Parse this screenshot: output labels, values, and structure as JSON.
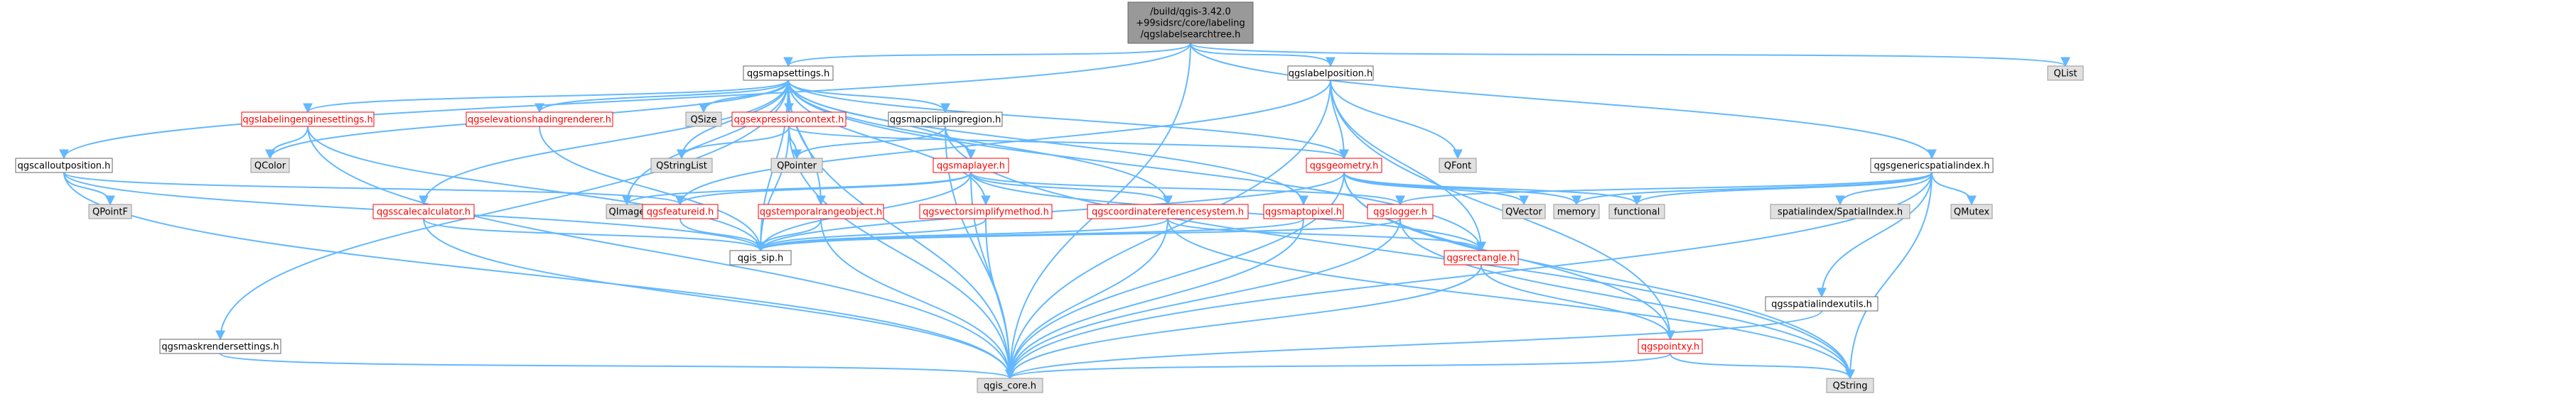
{
  "colors": {
    "edge": "#63b8ff",
    "root_fill": "#999999",
    "root_stroke": "#666666",
    "local_fill": "#ffffff",
    "local_stroke": "#666666",
    "local_text": "#000000",
    "linked_fill": "#ffffff",
    "linked_stroke": "#ff0000",
    "linked_text": "#ff0000",
    "external_fill": "#e0e0e0",
    "external_stroke": "#999999",
    "external_text": "#000000"
  },
  "nodes": {
    "root": {
      "label_lines": [
        "/build/qgis-3.42.0",
        "+99sidsrc/core/labeling",
        "/qgslabelsearchtree.h"
      ],
      "kind": "root"
    },
    "qgsmapsettings": {
      "label": "qgsmapsettings.h",
      "kind": "local"
    },
    "qgslabelposition": {
      "label": "qgslabelposition.h",
      "kind": "local"
    },
    "qgscalloutposition": {
      "label": "qgscalloutposition.h",
      "kind": "local"
    },
    "qgsgenericspatialindex": {
      "label": "qgsgenericspatialindex.h",
      "kind": "local"
    },
    "qlist": {
      "label": "QList",
      "kind": "external"
    },
    "qgslabelingenginesettings": {
      "label": "qgslabelingenginesettings.h",
      "kind": "linked"
    },
    "qgselevationshadingrenderer": {
      "label": "qgselevationshadingrenderer.h",
      "kind": "linked"
    },
    "qsize": {
      "label": "QSize",
      "kind": "external"
    },
    "qgsexpressioncontext": {
      "label": "qgsexpressioncontext.h",
      "kind": "linked"
    },
    "qgsmapclippingregion": {
      "label": "qgsmapclippingregion.h",
      "kind": "local"
    },
    "qcolor": {
      "label": "QColor",
      "kind": "external"
    },
    "qstringlist": {
      "label": "QStringList",
      "kind": "external"
    },
    "qpointer": {
      "label": "QPointer",
      "kind": "external"
    },
    "qgsmaplayer": {
      "label": "qgsmaplayer.h",
      "kind": "linked"
    },
    "qfont": {
      "label": "QFont",
      "kind": "external"
    },
    "qgsgeometry": {
      "label": "qgsgeometry.h",
      "kind": "linked"
    },
    "qgsscalecalculator": {
      "label": "qgsscalecalculator.h",
      "kind": "linked"
    },
    "qimage": {
      "label": "QImage",
      "kind": "external"
    },
    "qgsfeatureid": {
      "label": "qgsfeatureid.h",
      "kind": "linked"
    },
    "qgstemporalrangeobject": {
      "label": "qgstemporalrangeobject.h",
      "kind": "linked"
    },
    "qgsvectorsimplifymethod": {
      "label": "qgsvectorsimplifymethod.h",
      "kind": "linked"
    },
    "qgscoordinatereferencesystem": {
      "label": "qgscoordinatereferencesystem.h",
      "kind": "linked"
    },
    "qgsmaptopixel": {
      "label": "qgsmaptopixel.h",
      "kind": "linked"
    },
    "qgslogger": {
      "label": "qgslogger.h",
      "kind": "linked"
    },
    "qvector": {
      "label": "QVector",
      "kind": "external"
    },
    "memory": {
      "label": "memory",
      "kind": "external"
    },
    "functional": {
      "label": "functional",
      "kind": "external"
    },
    "spatialindex": {
      "label": "spatialindex/SpatialIndex.h",
      "kind": "external"
    },
    "qmutex": {
      "label": "QMutex",
      "kind": "external"
    },
    "qpointf": {
      "label": "QPointF",
      "kind": "external"
    },
    "qgis_sip": {
      "label": "qgis_sip.h",
      "kind": "local"
    },
    "qgsrectangle": {
      "label": "qgsrectangle.h",
      "kind": "linked"
    },
    "qgsspatialindexutils": {
      "label": "qgsspatialindexutils.h",
      "kind": "local"
    },
    "qgsmaskrendersettings": {
      "label": "qgsmaskrendersettings.h",
      "kind": "local"
    },
    "qgspointxy": {
      "label": "qgspointxy.h",
      "kind": "linked"
    },
    "qgis_core": {
      "label": "qgis_core.h",
      "kind": "external"
    },
    "qstring": {
      "label": "QString",
      "kind": "external"
    }
  },
  "edges": [
    [
      "root",
      "qgsmapsettings"
    ],
    [
      "root",
      "qgslabelposition"
    ],
    [
      "root",
      "qgscalloutposition"
    ],
    [
      "root",
      "qgsgenericspatialindex"
    ],
    [
      "root",
      "qlist"
    ],
    [
      "root",
      "qgis_core"
    ],
    [
      "qgsmapsettings",
      "qgslabelingenginesettings"
    ],
    [
      "qgsmapsettings",
      "qgselevationshadingrenderer"
    ],
    [
      "qgsmapsettings",
      "qsize"
    ],
    [
      "qgsmapsettings",
      "qgsexpressioncontext"
    ],
    [
      "qgsmapsettings",
      "qgsmapclippingregion"
    ],
    [
      "qgsmapsettings",
      "qcolor"
    ],
    [
      "qgsmapsettings",
      "qstringlist"
    ],
    [
      "qgsmapsettings",
      "qgsmaplayer"
    ],
    [
      "qgsmapsettings",
      "qgsgeometry"
    ],
    [
      "qgsmapsettings",
      "qgsscalecalculator"
    ],
    [
      "qgsmapsettings",
      "qimage"
    ],
    [
      "qgsmapsettings",
      "qgstemporalrangeobject"
    ],
    [
      "qgsmapsettings",
      "qgsvectorsimplifymethod"
    ],
    [
      "qgsmapsettings",
      "qgscoordinatereferencesystem"
    ],
    [
      "qgsmapsettings",
      "qgsmaptopixel"
    ],
    [
      "qgsmapsettings",
      "qgsrectangle"
    ],
    [
      "qgsmapsettings",
      "qgsmaskrendersettings"
    ],
    [
      "qgsmapsettings",
      "qgis_sip"
    ],
    [
      "qgsmapsettings",
      "qgis_core"
    ],
    [
      "qgslabelposition",
      "qgsgeometry"
    ],
    [
      "qgslabelposition",
      "qfont"
    ],
    [
      "qgslabelposition",
      "qgsfeatureid"
    ],
    [
      "qgslabelposition",
      "qgsrectangle"
    ],
    [
      "qgslabelposition",
      "qgspointxy"
    ],
    [
      "qgslabelposition",
      "qgis_core"
    ],
    [
      "qgscalloutposition",
      "qpointf"
    ],
    [
      "qgscalloutposition",
      "qgsfeatureid"
    ],
    [
      "qgscalloutposition",
      "qgis_sip"
    ],
    [
      "qgscalloutposition",
      "qgis_core"
    ],
    [
      "qgsgenericspatialindex",
      "spatialindex"
    ],
    [
      "qgsgenericspatialindex",
      "qmutex"
    ],
    [
      "qgsgenericspatialindex",
      "memory"
    ],
    [
      "qgsgenericspatialindex",
      "functional"
    ],
    [
      "qgsgenericspatialindex",
      "qgslogger"
    ],
    [
      "qgsgenericspatialindex",
      "qgsspatialindexutils"
    ],
    [
      "qgsgenericspatialindex",
      "qgis_core"
    ],
    [
      "qgsgenericspatialindex",
      "qstring"
    ],
    [
      "qgslabelingenginesettings",
      "qcolor"
    ],
    [
      "qgslabelingenginesettings",
      "qgis_sip"
    ],
    [
      "qgslabelingenginesettings",
      "qgis_core"
    ],
    [
      "qgselevationshadingrenderer",
      "qgis_sip"
    ],
    [
      "qgsexpressioncontext",
      "qstringlist"
    ],
    [
      "qgsexpressioncontext",
      "qpointer"
    ],
    [
      "qgsexpressioncontext",
      "qgsgeometry"
    ],
    [
      "qgsexpressioncontext",
      "qgis_sip"
    ],
    [
      "qgsexpressioncontext",
      "qgis_core"
    ],
    [
      "qgsmapclippingregion",
      "qpointer"
    ],
    [
      "qgsmapclippingregion",
      "qgsmaplayer"
    ],
    [
      "qgsmapclippingregion",
      "qgis_core"
    ],
    [
      "qgsmapclippingregion",
      "qstring"
    ],
    [
      "qgsmaplayer",
      "qimage"
    ],
    [
      "qgsmaplayer",
      "qgsfeatureid"
    ],
    [
      "qgsmaplayer",
      "qgscoordinatereferencesystem"
    ],
    [
      "qgsmaplayer",
      "qgsrectangle"
    ],
    [
      "qgsmaplayer",
      "qgslogger"
    ],
    [
      "qgsmaplayer",
      "qgis_sip"
    ],
    [
      "qgsmaplayer",
      "qgis_core"
    ],
    [
      "qgsgeometry",
      "qgspointxy"
    ],
    [
      "qgsgeometry",
      "qvector"
    ],
    [
      "qgsgeometry",
      "memory"
    ],
    [
      "qgsgeometry",
      "functional"
    ],
    [
      "qgsgeometry",
      "qgis_sip"
    ],
    [
      "qgsgeometry",
      "qgis_core"
    ],
    [
      "qgsgeometry",
      "qstring"
    ],
    [
      "qgsscalecalculator",
      "qgis_sip"
    ],
    [
      "qgsscalecalculator",
      "qgis_core"
    ],
    [
      "qgsfeatureid",
      "qgis_sip"
    ],
    [
      "qgstemporalrangeobject",
      "qgis_sip"
    ],
    [
      "qgstemporalrangeobject",
      "qgis_core"
    ],
    [
      "qgsvectorsimplifymethod",
      "qgis_sip"
    ],
    [
      "qgsvectorsimplifymethod",
      "qgis_core"
    ],
    [
      "qgscoordinatereferencesystem",
      "qgsrectangle"
    ],
    [
      "qgscoordinatereferencesystem",
      "qgis_sip"
    ],
    [
      "qgscoordinatereferencesystem",
      "qgis_core"
    ],
    [
      "qgscoordinatereferencesystem",
      "qstring"
    ],
    [
      "qgsmaptopixel",
      "qgis_sip"
    ],
    [
      "qgsmaptopixel",
      "qgis_core"
    ],
    [
      "qgslogger",
      "qgis_sip"
    ],
    [
      "qgslogger",
      "qgis_core"
    ],
    [
      "qgslogger",
      "qstring"
    ],
    [
      "qgsrectangle",
      "qgspointxy"
    ],
    [
      "qgsrectangle",
      "qgis_core"
    ],
    [
      "qgsspatialindexutils",
      "qgis_core"
    ],
    [
      "qgsmaskrendersettings",
      "qgis_core"
    ],
    [
      "qgspointxy",
      "qgis_core"
    ],
    [
      "qgspointxy",
      "qstring"
    ]
  ]
}
